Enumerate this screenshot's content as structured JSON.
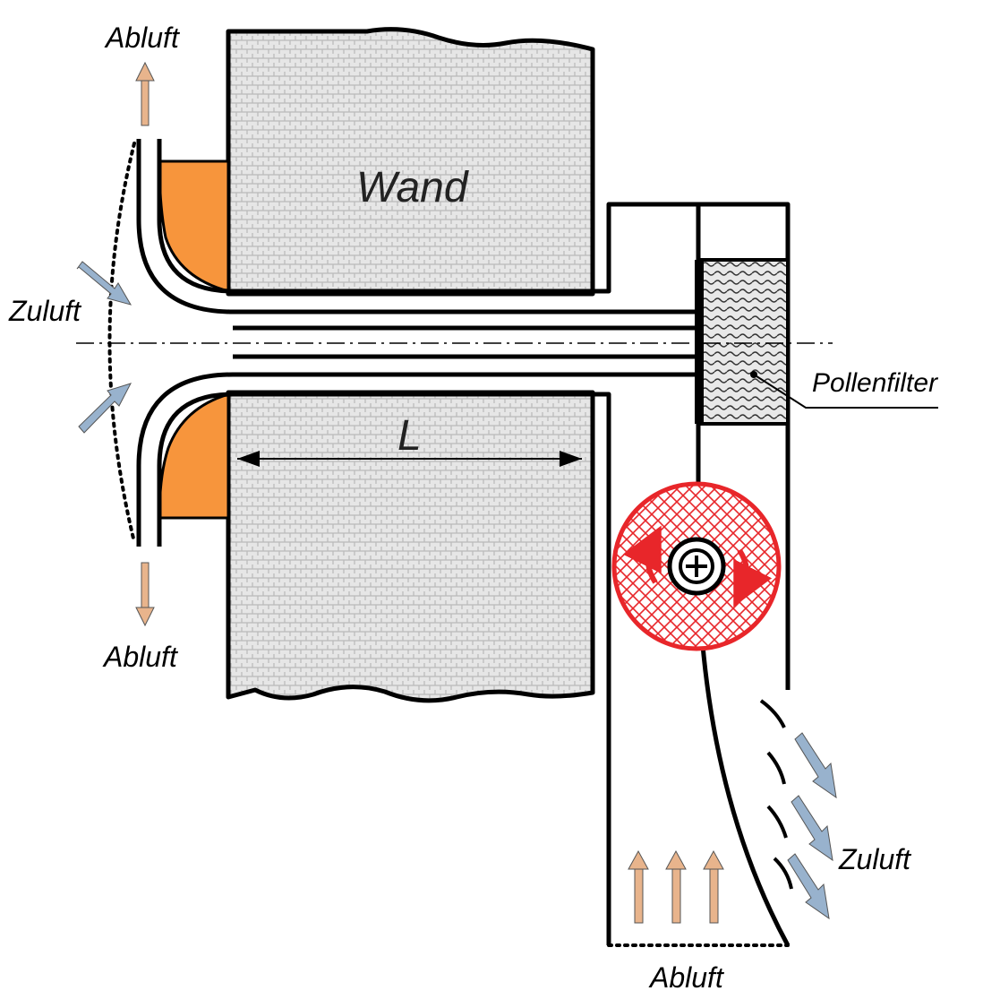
{
  "labels": {
    "wall": "Wand",
    "length": "L",
    "pollen_filter": "Pollenfilter",
    "exhaust_top": "Abluft",
    "exhaust_bottom_left": "Abluft",
    "exhaust_bottom": "Abluft",
    "supply_left": "Zuluft",
    "supply_right": "Zuluft"
  },
  "colors": {
    "insulation": "#f7953c",
    "exhaust_arrow": "#e8b48c",
    "supply_arrow": "#98b2cd",
    "heat_exchanger": "#e8262a",
    "wall_fill": "#e4e4e4",
    "outline": "#000000"
  },
  "icons": {
    "heat_exchanger_hub": "circle-plus-icon",
    "rotation": "rotation-arrows-icon"
  }
}
